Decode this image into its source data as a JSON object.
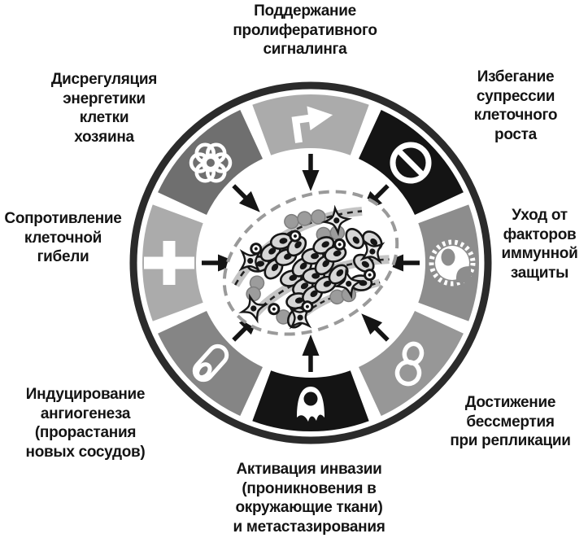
{
  "theme": {
    "background": "#ffffff",
    "text": "#141414",
    "ring": "#2b2b2b",
    "arrow": "#141414"
  },
  "figure": {
    "subject": "hallmarks-of-cancer-wheel",
    "center": {
      "illustration": "tumor-tissue-cells",
      "border_style": "dashed-ellipse",
      "border_color": "#9a9a9a"
    },
    "arrows": {
      "count": 8,
      "direction": "inward",
      "color": "#141414"
    }
  },
  "wheel": {
    "segments": [
      {
        "position": "top",
        "name": "proliferative-signaling",
        "icon": "turn-right-arrow-icon",
        "color": "#ababab",
        "label": "Поддержание\nпролиферативного\nсигналинга"
      },
      {
        "position": "top-right",
        "name": "growth-suppressor-evasion",
        "icon": "no-entry-icon",
        "color": "#141414",
        "label": "Избегание\nсупрессии\nклеточного\nроста"
      },
      {
        "position": "right",
        "name": "immune-evasion",
        "icon": "immune-cell-icon",
        "color": "#8d8d8d",
        "label": "Уход от\nфакторов\nиммунной\nзащиты"
      },
      {
        "position": "bottom-right",
        "name": "replicative-immortality",
        "icon": "figure-eight-icon",
        "color": "#979797",
        "label": "Достижение\nбессмертия\nпри репликации"
      },
      {
        "position": "bottom",
        "name": "invasion-metastasis",
        "icon": "invading-cell-icon",
        "color": "#141414",
        "label": "Активация инвазии\n(проникновения в\nокружающие ткани)\nи метастазирования"
      },
      {
        "position": "bottom-left",
        "name": "angiogenesis",
        "icon": "blood-vessel-icon",
        "color": "#858585",
        "label": "Индуцирование\nангиогенеза\n(прорастания\nновых сосудов)"
      },
      {
        "position": "left",
        "name": "cell-death-resistance",
        "icon": "cross-icon",
        "color": "#ababab",
        "label": "Сопротивление\nклеточной\nгибели"
      },
      {
        "position": "top-left",
        "name": "energetics-deregulation",
        "icon": "atom-icon",
        "color": "#6f6f6f",
        "label": "Дисрегуляция\nэнергетики\nклетки\nхозяина"
      }
    ]
  }
}
